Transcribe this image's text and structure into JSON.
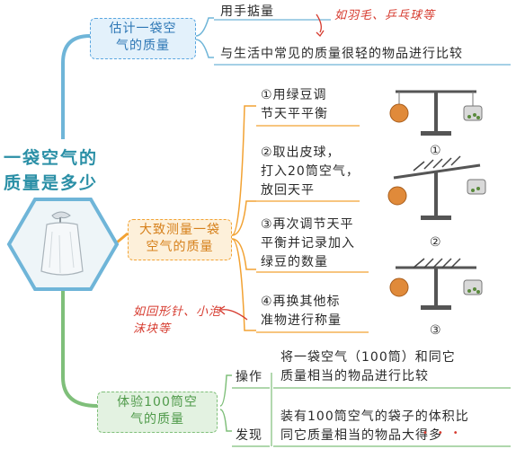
{
  "central": {
    "title_line1": "一袋空气的",
    "title_line2": "质量是多少"
  },
  "branches": [
    {
      "label_line1": "估计一袋空",
      "label_line2": "气的质量",
      "items": [
        "用手掂量",
        "与生活中常见的质量很轻的物品进行比较"
      ],
      "note": "如羽毛、乒乓球等"
    },
    {
      "label_line1": "大致测量一袋",
      "label_line2": "空气的质量",
      "steps": [
        {
          "line1": "①用绿豆调",
          "line2": "节天平平衡",
          "line3": ""
        },
        {
          "line1": "②取出皮球，",
          "line2": "打入20筒空气，",
          "line3": "放回天平"
        },
        {
          "line1": "③再次调节天平",
          "line2": "平衡并记录加入",
          "line3": "绿豆的数量"
        },
        {
          "line1": "④再换其他标",
          "line2": "准物进行称量",
          "line3": ""
        }
      ],
      "note_line1": "如回形针、小泡",
      "note_line2": "沫块等",
      "figure_labels": [
        "①",
        "②",
        "③"
      ]
    },
    {
      "label_line1": "体验100筒空",
      "label_line2": "气的质量",
      "rows": [
        {
          "key": "操作",
          "line1": "将一袋空气（100筒）和同它",
          "line2": "质量相当的物品进行比较"
        },
        {
          "key": "发现",
          "line1": "装有100筒空气的袋子的体积比",
          "line2": "同它质量相当的物品大得多"
        }
      ]
    }
  ],
  "colors": {
    "main_line": "#6fb5d8",
    "orange": "#f2a233",
    "green": "#7fbf7a",
    "title": "#2a8fa6",
    "note": "#d63a2e"
  }
}
